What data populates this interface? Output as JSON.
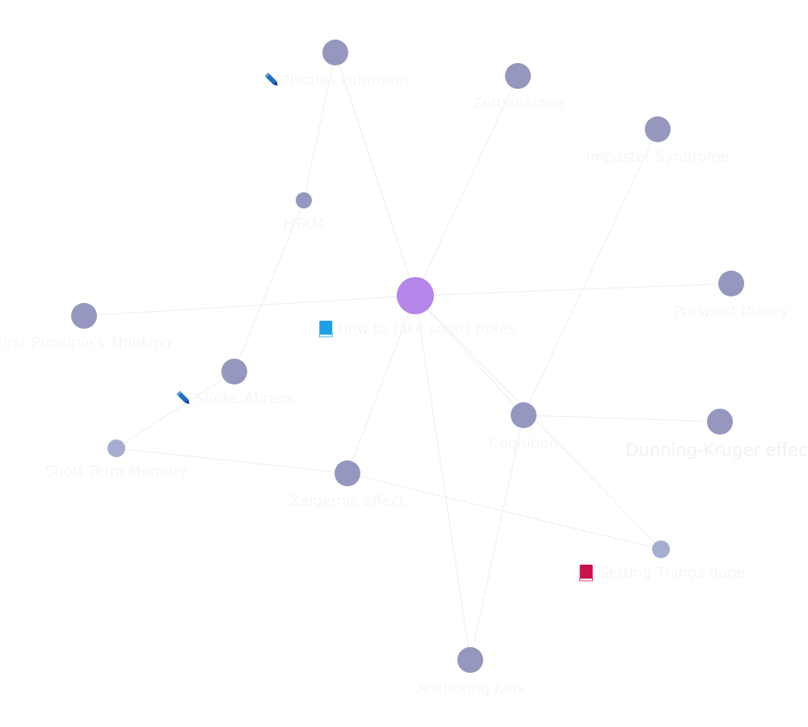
{
  "graph": {
    "colors": {
      "node": "#9697bf",
      "node_light": "#a5add0",
      "center": "#b486ea",
      "edge": "#ecedf1",
      "label": "#f6f6f8",
      "person_icon": "#1e6fc4",
      "book_blue": "#1ea0e8",
      "book_red": "#c8124b"
    },
    "nodes": [
      {
        "id": "luhmann",
        "label": "Nikalas Luhmann",
        "icon": "pencil-icon"
      },
      {
        "id": "zettel",
        "label": "Zettlekasten"
      },
      {
        "id": "imposter",
        "label": "Imposter Syndrome"
      },
      {
        "id": "htam",
        "label": "HTAM"
      },
      {
        "id": "smart",
        "label": "How to take smart notes",
        "icon": "book-blue-icon",
        "central": true
      },
      {
        "id": "prospect",
        "label": "Prospect theory"
      },
      {
        "id": "firstp",
        "label": "First Principle's Thinking"
      },
      {
        "id": "ahrens",
        "label": "Sönke Ahrens",
        "icon": "pencil-icon"
      },
      {
        "id": "cognition",
        "label": "Cognition"
      },
      {
        "id": "dunning",
        "label": "Dunning-Kruger effect"
      },
      {
        "id": "stm",
        "label": "Short Term Memory"
      },
      {
        "id": "zeig",
        "label": "Zeigernik effect"
      },
      {
        "id": "gtd",
        "label": "Getting Things done",
        "icon": "book-red-icon"
      },
      {
        "id": "anchor",
        "label": "Anchoring bias"
      }
    ],
    "edges": [
      [
        "luhmann",
        "smart"
      ],
      [
        "luhmann",
        "htam"
      ],
      [
        "zettel",
        "smart"
      ],
      [
        "imposter",
        "cognition"
      ],
      [
        "htam",
        "ahrens"
      ],
      [
        "smart",
        "zeig"
      ],
      [
        "smart",
        "anchor"
      ],
      [
        "smart",
        "prospect"
      ],
      [
        "smart",
        "firstp"
      ],
      [
        "smart",
        "cognition"
      ],
      [
        "smart",
        "gtd"
      ],
      [
        "ahrens",
        "stm"
      ],
      [
        "stm",
        "zeig"
      ],
      [
        "cognition",
        "dunning"
      ],
      [
        "cognition",
        "anchor"
      ],
      [
        "zeig",
        "gtd"
      ]
    ]
  }
}
